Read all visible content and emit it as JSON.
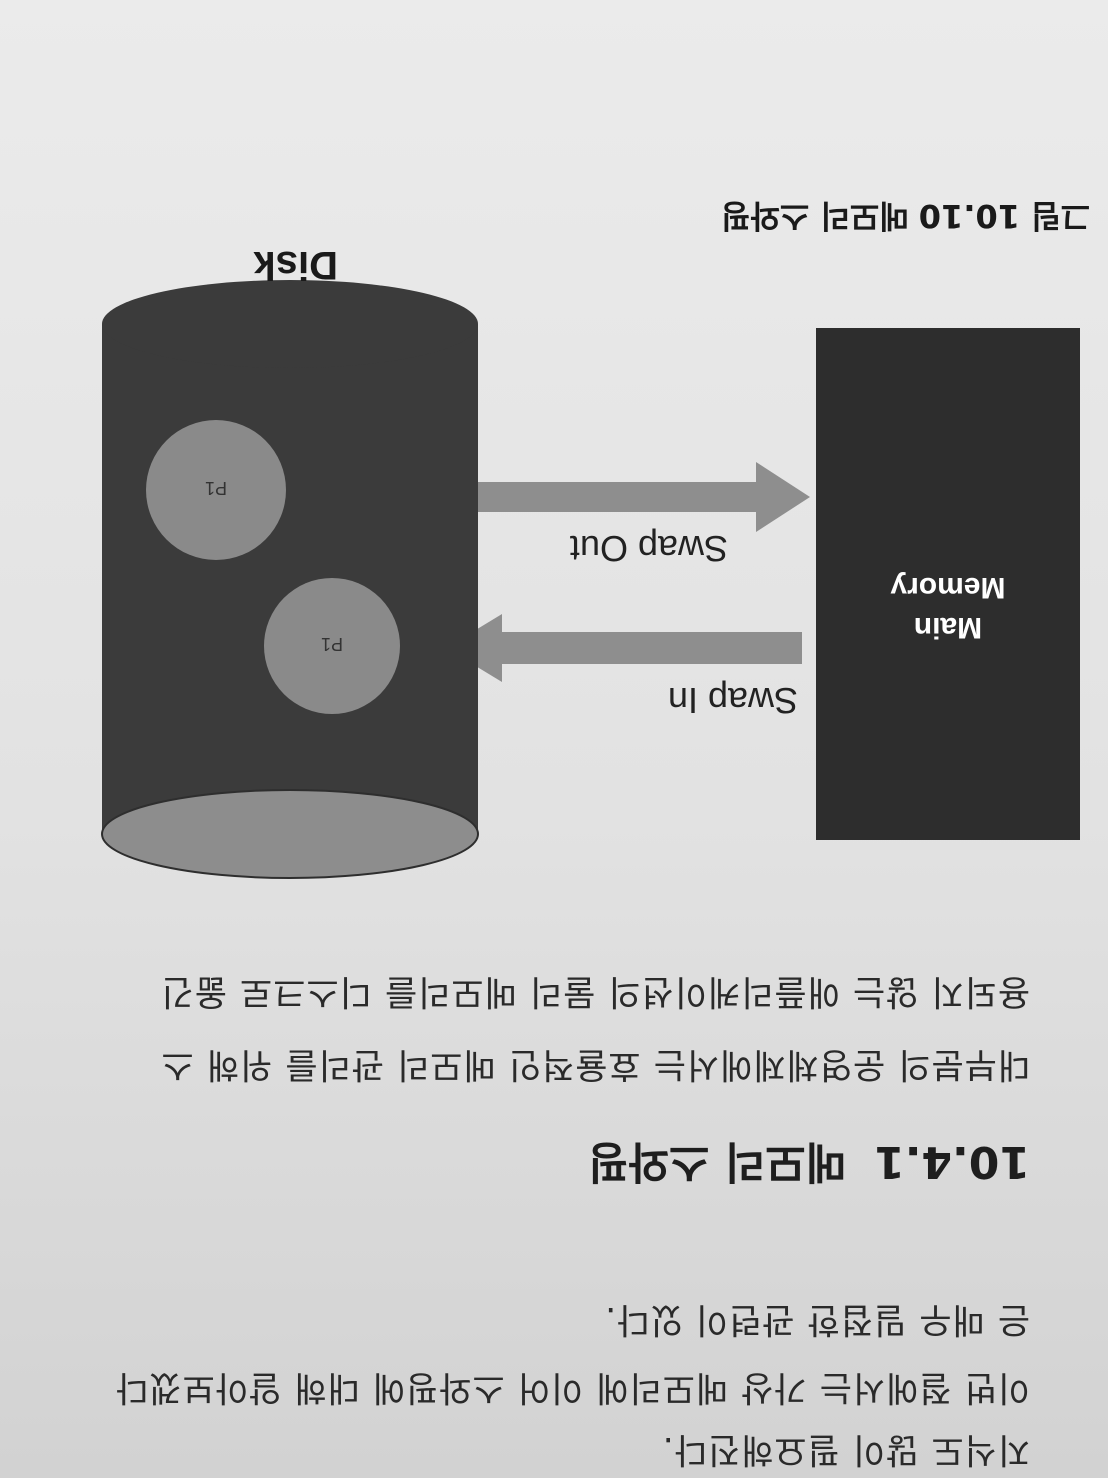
{
  "paragraphs": {
    "top_partial": "지식도 많이 필요해진다.",
    "p1_line1": "이번 절에서는 가상 메모리에 이어 스와핑에 대해 알아보겠다",
    "p1_line2": "은 매우 밀접한 관련이 있다."
  },
  "section": {
    "number": "10.4.1",
    "title": "메모리 스와핑"
  },
  "p2": {
    "line1": "대부분의 운영체제에서는 효율적인 메모리 관리를 위해 스",
    "line2": "용되지 않는 애플리케이션의 물리 메모리를 디스크로 옮긴"
  },
  "figure": {
    "memory_label_line1": "Main",
    "memory_label_line2": "Memory",
    "disk_label": "Disk",
    "swap_out_label": "Swap Out",
    "swap_in_label": "Swap In",
    "process_label_1": "P1",
    "process_label_2": "P1",
    "caption_prefix": "그림 10.10",
    "caption_title": "메모리 스와핑"
  },
  "colors": {
    "memory_block": "#2d2d2d",
    "disk_body": "#3b3b3b",
    "disk_top": "#8d8d8d",
    "process_circle": "#8a8a8a",
    "arrow": "#8e8e8e"
  }
}
